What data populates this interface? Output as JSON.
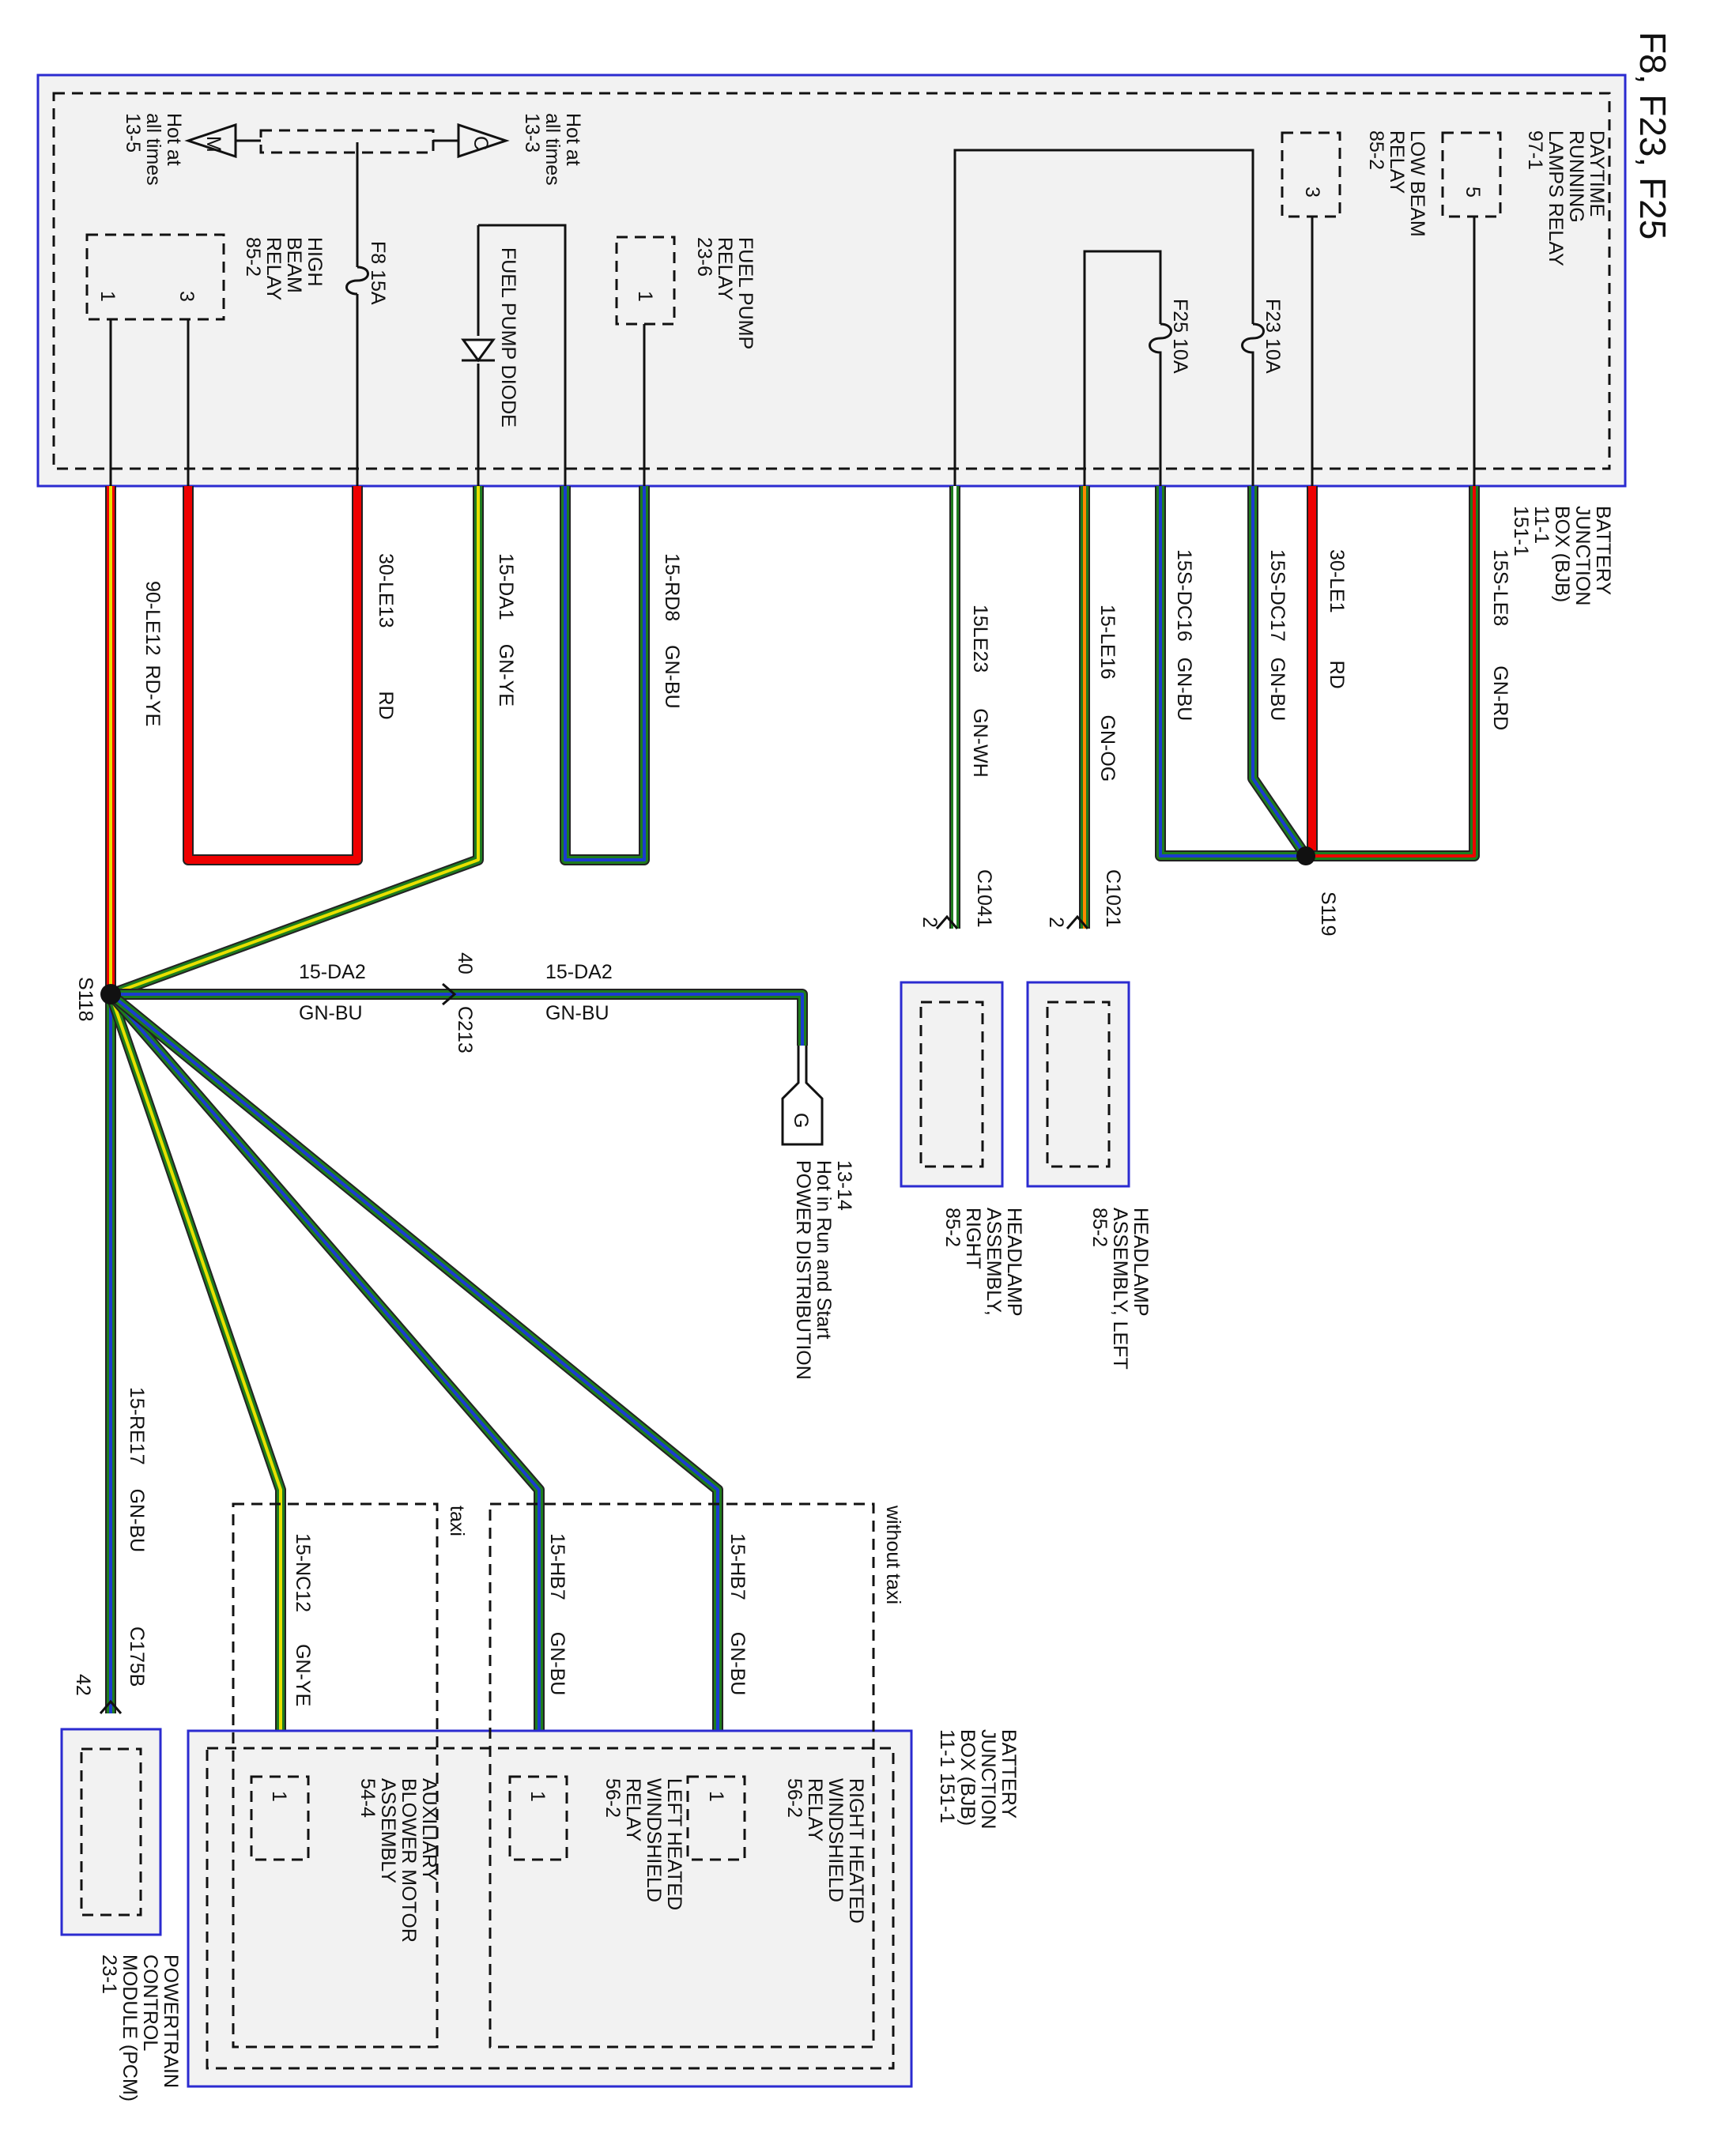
{
  "title": "F8, F23, F25",
  "colors": {
    "RD": "#ee0000",
    "YE": "#e8e000",
    "GN": "#1e7d1e",
    "BU": "#1b3ccf",
    "WH": "#ffffff",
    "OG": "#ff8800",
    "box_border": "#2b2bd0",
    "box_fill": "#f2f2f2"
  },
  "bjb_top": {
    "label": [
      "BATTERY",
      "JUNCTION",
      "BOX (BJB)",
      "11-1",
      "151-1"
    ],
    "high_beam_relay": [
      "HIGH",
      "BEAM",
      "RELAY",
      "85-2"
    ],
    "hb_pins": [
      "1",
      "3"
    ],
    "hot_m": [
      "Hot at",
      "all times",
      "13-5"
    ],
    "hot_m_letter": "M",
    "hot_c": [
      "Hot at",
      "all times",
      "13-3"
    ],
    "hot_c_letter": "C",
    "fuse_f8": "F8   15A",
    "fuel_pump_diode": "FUEL PUMP DIODE",
    "fuel_pump_relay": [
      "FUEL PUMP",
      "RELAY",
      "23-6"
    ],
    "fpr_pin": "1",
    "fuse_f25": "F25   10A",
    "fuse_f23": "F23   10A",
    "low_beam_relay": [
      "LOW BEAM",
      "RELAY",
      "85-2"
    ],
    "lbr_pin": "3",
    "drl_relay": [
      "DAYTIME",
      "RUNNING",
      "LAMPS RELAY",
      "97-1"
    ],
    "drl_pin": "5"
  },
  "wires": {
    "w1": {
      "id": "90-LE12",
      "color": "RD-YE"
    },
    "w2": {
      "id": "30-LE13",
      "color": "RD"
    },
    "w3": {
      "id": "15-DA1",
      "color": "GN-YE"
    },
    "w4": {
      "id": "15-RD8",
      "color": "GN-BU"
    },
    "w5": {
      "id": "15LE23",
      "color": "GN-WH"
    },
    "w6": {
      "id": "15-LE16",
      "color": "GN-OG"
    },
    "w7": {
      "id": "15S-DC16",
      "color": "GN-BU"
    },
    "w8": {
      "id": "15S-DC17",
      "color": "GN-BU"
    },
    "w9": {
      "id": "30-LE1",
      "color": "RD"
    },
    "w10": {
      "id": "15S-LE8",
      "color": "GN-RD"
    },
    "w11": {
      "id": "15-DA2",
      "color": "GN-BU"
    },
    "w12": {
      "id": "15-DA2",
      "color": "GN-BU"
    },
    "w13": {
      "id": "15-RE17",
      "color": "GN-BU"
    },
    "w14": {
      "id": "15-NC12",
      "color": "GN-YE"
    },
    "w15": {
      "id": "15-HB7",
      "color": "GN-BU"
    },
    "w16": {
      "id": "15-HB7",
      "color": "GN-BU"
    }
  },
  "splices": {
    "s118": "S118",
    "s119": "S119"
  },
  "connectors": {
    "c1041": "C1041",
    "c1041_pin": "2",
    "c1021": "C1021",
    "c1021_pin": "2",
    "c213": "C213",
    "c213_pin": "40",
    "c175b": "C175B",
    "c175b_pin": "42"
  },
  "ground_g": {
    "letter": "G",
    "label": [
      "13-14",
      "Hot in Run and Start",
      "POWER DISTRIBUTION"
    ]
  },
  "headlamp_right": {
    "label": [
      "HEADLAMP",
      "ASSEMBLY,",
      "RIGHT",
      "85-2"
    ]
  },
  "headlamp_left": {
    "label": [
      "HEADLAMP",
      "ASSEMBLY, LEFT",
      "85-2"
    ]
  },
  "pcm": {
    "label": [
      "POWERTRAIN",
      "CONTROL",
      "MODULE (PCM)",
      "23-1"
    ]
  },
  "bjb_bottom": {
    "label": [
      "BATTERY",
      "JUNCTION",
      "BOX (BJB)",
      "11-1  151-1"
    ],
    "without_taxi": "without taxi",
    "taxi": "taxi",
    "rhw_relay": [
      "RIGHT HEATED",
      "WINDSHIELD",
      "RELAY",
      "56-2"
    ],
    "rhw_pin": "1",
    "lhw_relay": [
      "LEFT HEATED",
      "WINDSHIELD",
      "RELAY",
      "56-2"
    ],
    "lhw_pin": "1",
    "aux_blower": [
      "AUXILIARY",
      "BLOWER MOTOR",
      "ASSEMBLY",
      "54-4"
    ],
    "aux_pin": "1"
  }
}
